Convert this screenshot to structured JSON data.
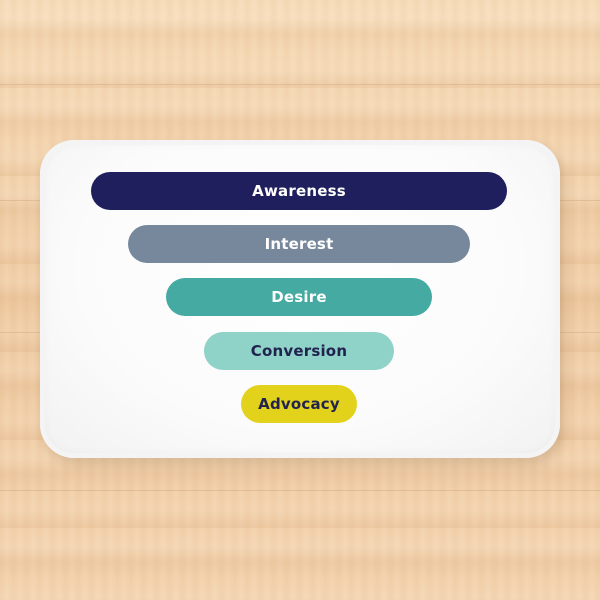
{
  "funnel": {
    "stages": [
      {
        "label": "Awareness",
        "color": "#1f1f5e"
      },
      {
        "label": "Interest",
        "color": "#78889c"
      },
      {
        "label": "Desire",
        "color": "#44aaa2"
      },
      {
        "label": "Conversion",
        "color": "#8ed2c8"
      },
      {
        "label": "Advocacy",
        "color": "#e2d21c"
      }
    ]
  },
  "scene": {
    "background": "wooden-floor",
    "object": "white-bath-mat"
  }
}
